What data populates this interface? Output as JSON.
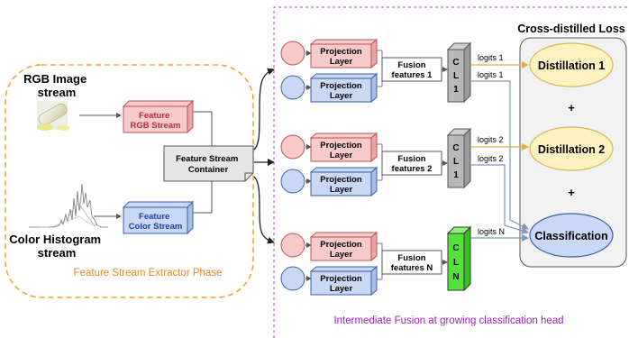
{
  "extractor": {
    "rgb_stream_title": [
      "RGB Image",
      "stream"
    ],
    "histogram_stream_title": [
      "Color Histogram",
      "stream"
    ],
    "feature_rgb": [
      "Feature",
      "RGB Stream"
    ],
    "feature_color": [
      "Feature",
      "Color Stream"
    ],
    "container": [
      "Feature Stream",
      "Container"
    ],
    "phase_label": "Feature Stream Extractor Phase"
  },
  "fusion": {
    "projection_label": [
      "Projection",
      "Layer"
    ],
    "branches": [
      {
        "fusion": [
          "Fusion",
          "features 1"
        ],
        "cl": [
          "C",
          "L",
          "1"
        ],
        "logits_top": "logits 1",
        "logits_bottom": "logits 1"
      },
      {
        "fusion": [
          "Fusion",
          "features 2"
        ],
        "cl": [
          "C",
          "L",
          "1"
        ],
        "logits_top": "logits 2",
        "logits_bottom": "logits 2"
      },
      {
        "fusion": [
          "Fusion",
          "features N"
        ],
        "cl": [
          "C",
          "L",
          "N"
        ],
        "logits_top": "logits N"
      }
    ],
    "phase_label": "Intermediate Fusion at growing classification head"
  },
  "loss": {
    "title": "Cross-distilled Loss",
    "distillation_1": "Distillation 1",
    "distillation_2": "Distillation 2",
    "classification": "Classification",
    "plus": "+"
  },
  "colors": {
    "red_fill": "#f8caca",
    "red_stroke": "#b85450",
    "blue_fill": "#c9d9f5",
    "blue_stroke": "#3d5fa8",
    "yellow_fill": "#fdf2c0",
    "yellow_stroke": "#d6b656",
    "gray_box": "#e6e6e6",
    "green_fill": "#55e33b",
    "orange_dash": "#f0a030",
    "purple_dash": "#b040d0",
    "orange_text": "#e08a2a",
    "purple_text": "#a020c0",
    "arrow_yellow": "#e0b040",
    "arrow_blue": "#7f97c0"
  }
}
